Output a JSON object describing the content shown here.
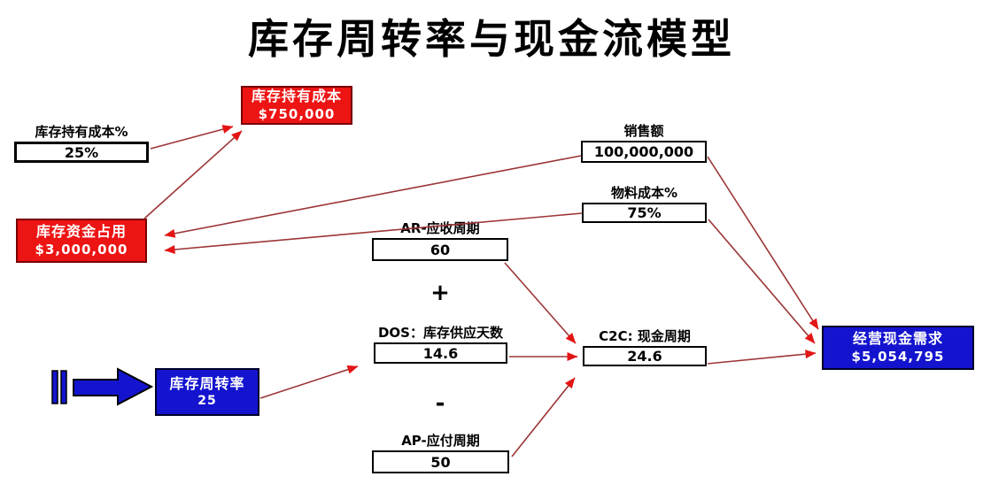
{
  "title": "库存周转率与现金流模型",
  "operators": {
    "plus": "+",
    "minus": "-"
  },
  "colors": {
    "node_red": "#ed1414",
    "node_blue": "#1414cf",
    "arrow_line": "#9c3535",
    "arrow_head": "#e31515"
  },
  "nodes": {
    "inventory_holding_cost_pct": {
      "label": "库存持有成本%",
      "value": "25%"
    },
    "inventory_holding_cost": {
      "label": "库存持有成本",
      "value": "$750,000"
    },
    "inventory_capital_occupied": {
      "label": "库存资金占用",
      "value": "$3,000,000"
    },
    "sales": {
      "label": "销售额",
      "value": "100,000,000"
    },
    "material_cost_pct": {
      "label": "物料成本%",
      "value": "75%"
    },
    "ar_receivable_period": {
      "label": "AR-应收周期",
      "value": "60"
    },
    "dos_inventory_supply_days": {
      "label": "DOS：库存供应天数",
      "value": "14.6"
    },
    "ap_payable_period": {
      "label": "AP-应付周期",
      "value": "50"
    },
    "c2c_cash_cycle": {
      "label": "C2C: 现金周期",
      "value": "24.6"
    },
    "operating_cash_demand": {
      "label": "经营现金需求",
      "value": "$5,054,795"
    },
    "inventory_turnover": {
      "label": "库存周转率",
      "value": "25"
    }
  }
}
